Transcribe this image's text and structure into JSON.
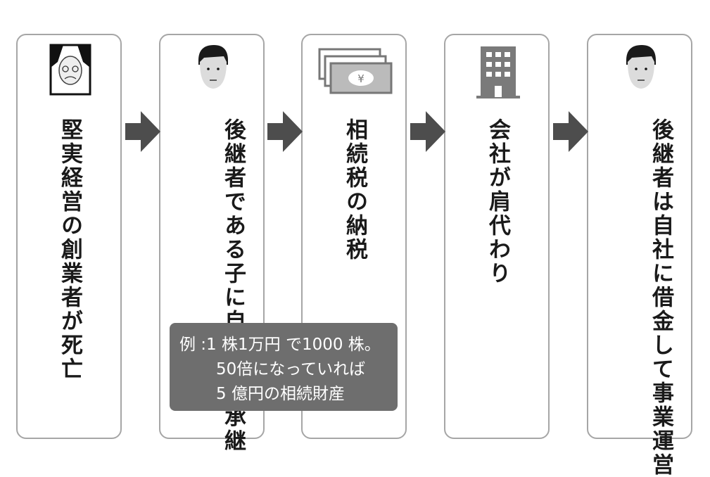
{
  "steps": [
    {
      "text": "堅実経営の創業者が死亡"
    },
    {
      "text": "後継者である子に自社株を承継"
    },
    {
      "text": "相続税の納税"
    },
    {
      "text": "会社が肩代わり"
    },
    {
      "text": "後継者は自社に借金して事業運営"
    }
  ],
  "note": {
    "line1": "例 :1 株1万円 で1000 株。",
    "line2": "50倍になっていれば",
    "line3": "5 億円の相続財産"
  },
  "colors": {
    "arrow": "#4d4d4d",
    "card_border": "#a6a6a6",
    "note_bg": "#6e6e6e"
  },
  "icons": [
    "portrait-icon",
    "man-face-icon",
    "yen-banknotes-icon",
    "office-building-icon",
    "man-face-icon"
  ]
}
